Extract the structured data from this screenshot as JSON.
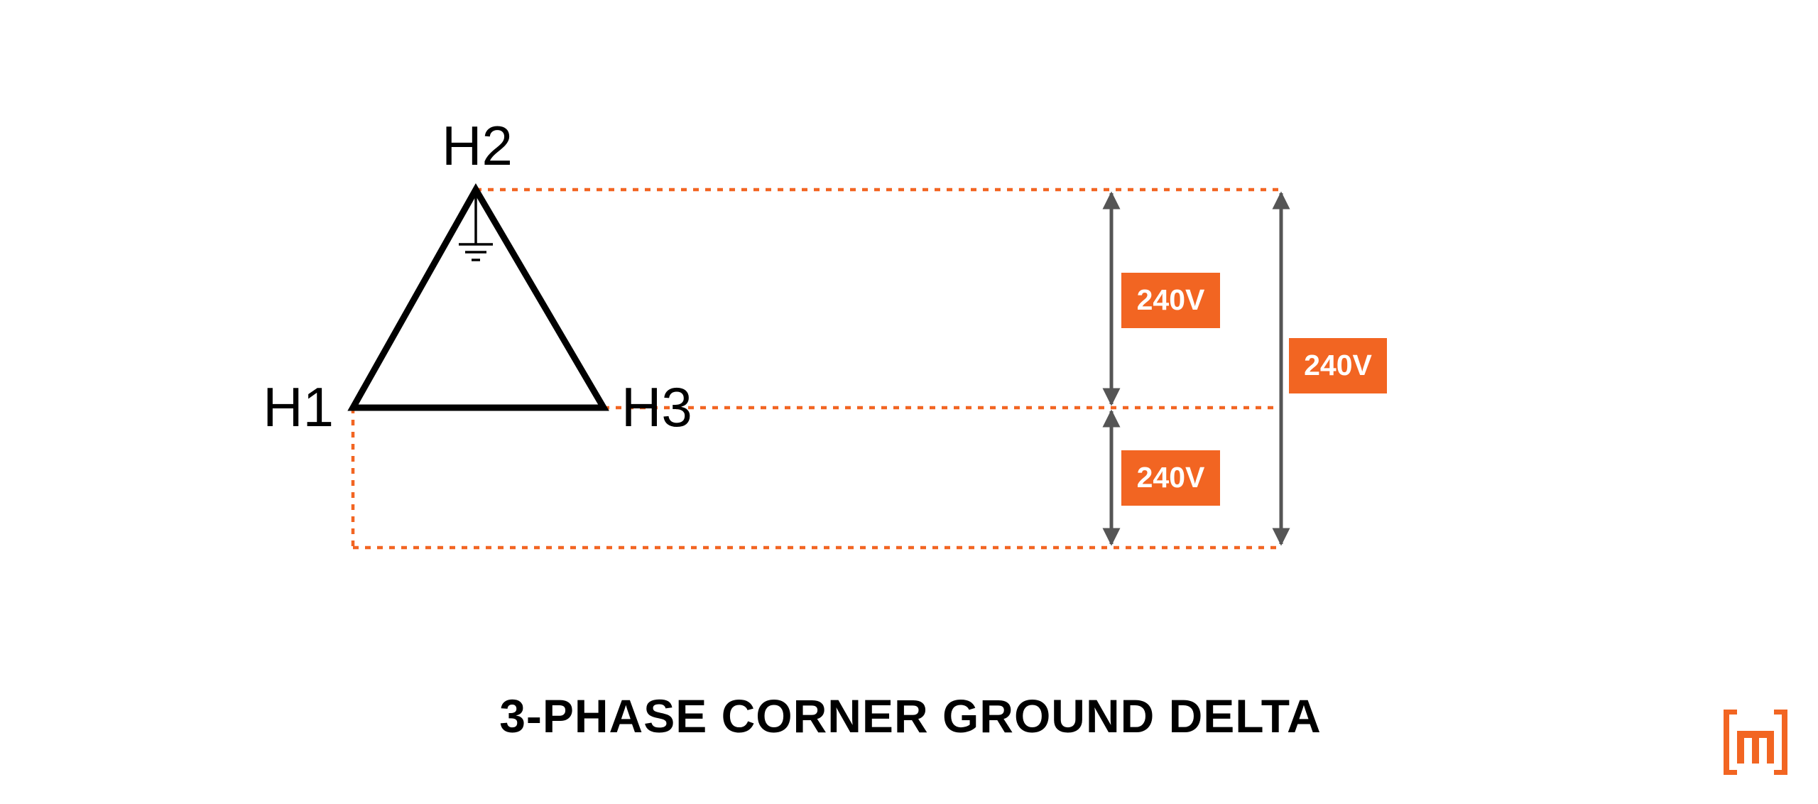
{
  "title": "3-PHASE CORNER GROUND DELTA",
  "nodes": {
    "h1": "H1",
    "h2": "H2",
    "h3": "H3"
  },
  "voltages": {
    "h2_to_h3": "240V",
    "h3_to_h1": "240V",
    "h2_to_h1": "240V"
  },
  "icons": {
    "ground": "ground-symbol-icon",
    "logo": "brand-logo-icon"
  },
  "colors": {
    "accent": "#f26522",
    "arrow": "#555555",
    "triangle": "#000000",
    "background": "#ffffff"
  }
}
